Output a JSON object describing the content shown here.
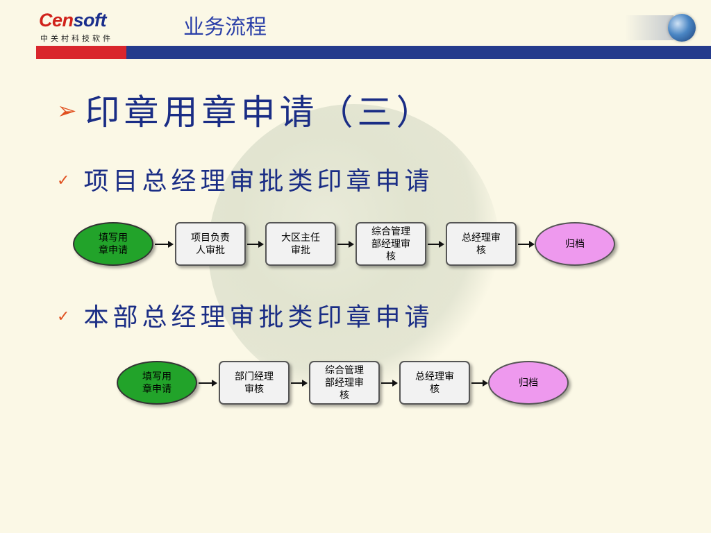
{
  "header": {
    "logo_main": "Cen",
    "logo_accent": "soft",
    "logo_sub": "中关村科技软件",
    "section_title": "业务流程"
  },
  "title": "印章用章申请（三）",
  "flows": [
    {
      "heading": "项目总经理审批类印章申请",
      "nodes": [
        "填写用\n章申请",
        "项目负责\n人审批",
        "大区主任\n审批",
        "综合管理\n部经理审\n核",
        "总经理审\n核",
        "归档"
      ]
    },
    {
      "heading": "本部总经理审批类印章申请",
      "nodes": [
        "填写用\n章申请",
        "部门经理\n审核",
        "综合管理\n部经理审\n核",
        "总经理审\n核",
        "归档"
      ]
    }
  ],
  "colors": {
    "start_node": "#22a32a",
    "end_node": "#ee99ee",
    "title_text": "#1a2d85",
    "bullet": "#e0501f",
    "brand_red": "#d9262c",
    "brand_blue": "#253b8c"
  },
  "icons": {
    "title_bullet": "arrow-bullet-icon",
    "flow_bullet": "checkmark-icon",
    "header_globe": "globe-icon"
  }
}
